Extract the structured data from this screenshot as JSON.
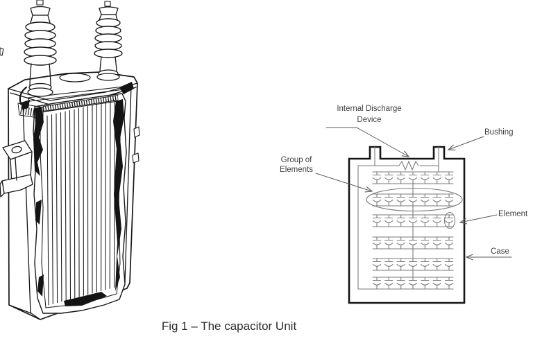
{
  "figure": {
    "caption": "Fig 1 – The capacitor Unit"
  },
  "schematic": {
    "labels": {
      "internal_discharge_line1": "Internal Discharge",
      "internal_discharge_line2": "Device",
      "bushing": "Bushing",
      "group_line1": "Group of",
      "group_line2": "Elements",
      "element": "Element",
      "case": "Case"
    },
    "structure": {
      "element_rows": 6,
      "elements_per_row": 7,
      "bushings": 2,
      "discharge_device": "resistor connected between the two bushings"
    }
  },
  "colors": {
    "background": "#ffffff",
    "drawing_ink": "#161616",
    "schematic_case": "#151515",
    "schematic_wires": "#7a7a7a",
    "leader_lines": "#5a5a5a",
    "label_text": "#3f3f3f",
    "caption_text": "#2a2a2a"
  }
}
